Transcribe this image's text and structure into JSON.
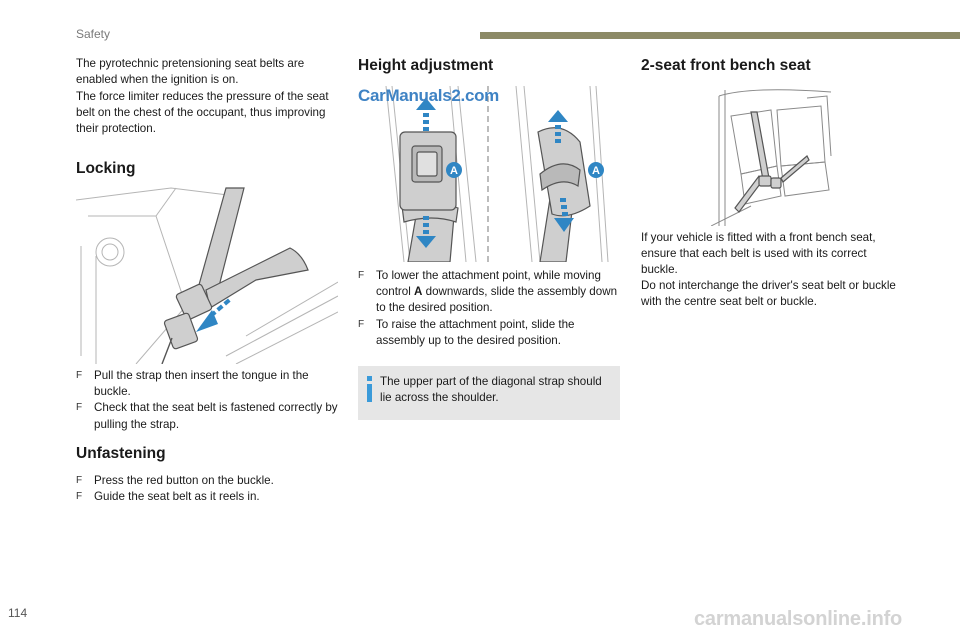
{
  "header": {
    "section": "Safety"
  },
  "intro": {
    "line1": "The pyrotechnic pretensioning seat belts are enabled when the ignition is on.",
    "line2": "The force limiter reduces the pressure of the seat belt on the chest of the occupant, thus improving their protection."
  },
  "locking": {
    "title": "Locking",
    "bullets": [
      "Pull the strap then insert the tongue in the buckle.",
      "Check that the seat belt is fastened correctly by pulling the strap."
    ]
  },
  "unfastening": {
    "title": "Unfastening",
    "bullets": [
      "Press the red button on the buckle.",
      "Guide the seat belt as it reels in."
    ]
  },
  "height": {
    "title": "Height adjustment",
    "control_label": "A",
    "bullet1_pre": "To lower the attachment point, while moving control ",
    "bullet1_bold": "A",
    "bullet1_post": " downwards, slide the assembly down to the desired position.",
    "bullet2": "To raise the attachment point, slide the assembly up to the desired position.",
    "note": "The upper part of the diagonal strap should lie across the shoulder."
  },
  "bench": {
    "title": "2-seat front bench seat",
    "line1": "If your vehicle is fitted with a front bench seat, ensure that each belt is used with its correct buckle.",
    "line2": "Do not interchange the driver's seat belt or buckle with the centre seat belt or buckle."
  },
  "bullet_glyph": "F",
  "watermark_top": "CarManuals2.com",
  "page_number": "114",
  "watermark_bottom": "carmanualsonline.info",
  "colors": {
    "accent_bar": "#8c8a66",
    "arrow": "#2f86c4",
    "info": "#3a9ad9"
  }
}
